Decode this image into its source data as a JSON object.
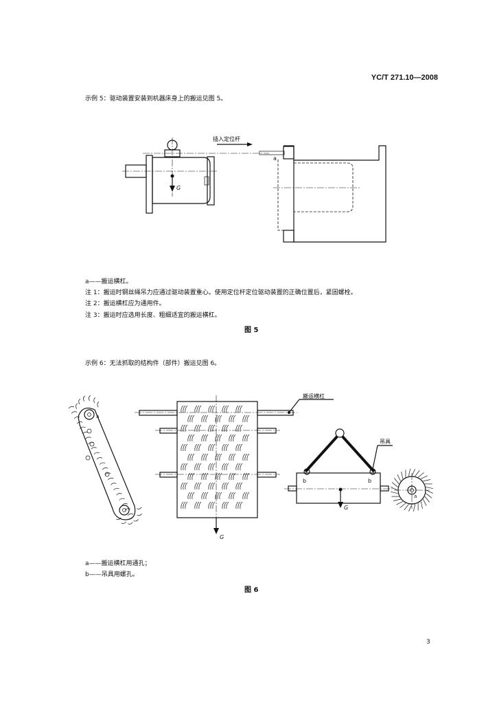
{
  "header": {
    "standard_code": "YC/T 271.10—2008"
  },
  "example5": {
    "intro": "示例 5：驱动装置安装到机器床身上的搬运见图 5。",
    "label_insert_rod": "插入定位杆",
    "label_a": "a",
    "label_G": "G",
    "legend_a": "a——搬运横杠。",
    "note1": "注 1：搬运时钢丝绳吊力应通过驱动装置重心。使用定位杆定位驱动装置的正确位置后，紧固螺栓。",
    "note2": "注 2：搬运横杠应为通用件。",
    "note3": "注 3：搬运时应选用长度、粗细适宜的搬运横杠。",
    "caption": "图 5"
  },
  "example6": {
    "intro": "示例 6：无法抓取的结构件（部件）搬运见图 6。",
    "label_bar": "搬运横杠",
    "label_hoist": "吊具",
    "label_a": "a",
    "label_b": "b",
    "label_G": "G",
    "legend_a": "a——搬运横杠用通孔；",
    "legend_b": "b——吊具用螺孔。",
    "caption": "图 6"
  },
  "footer": {
    "page_number": "3"
  }
}
